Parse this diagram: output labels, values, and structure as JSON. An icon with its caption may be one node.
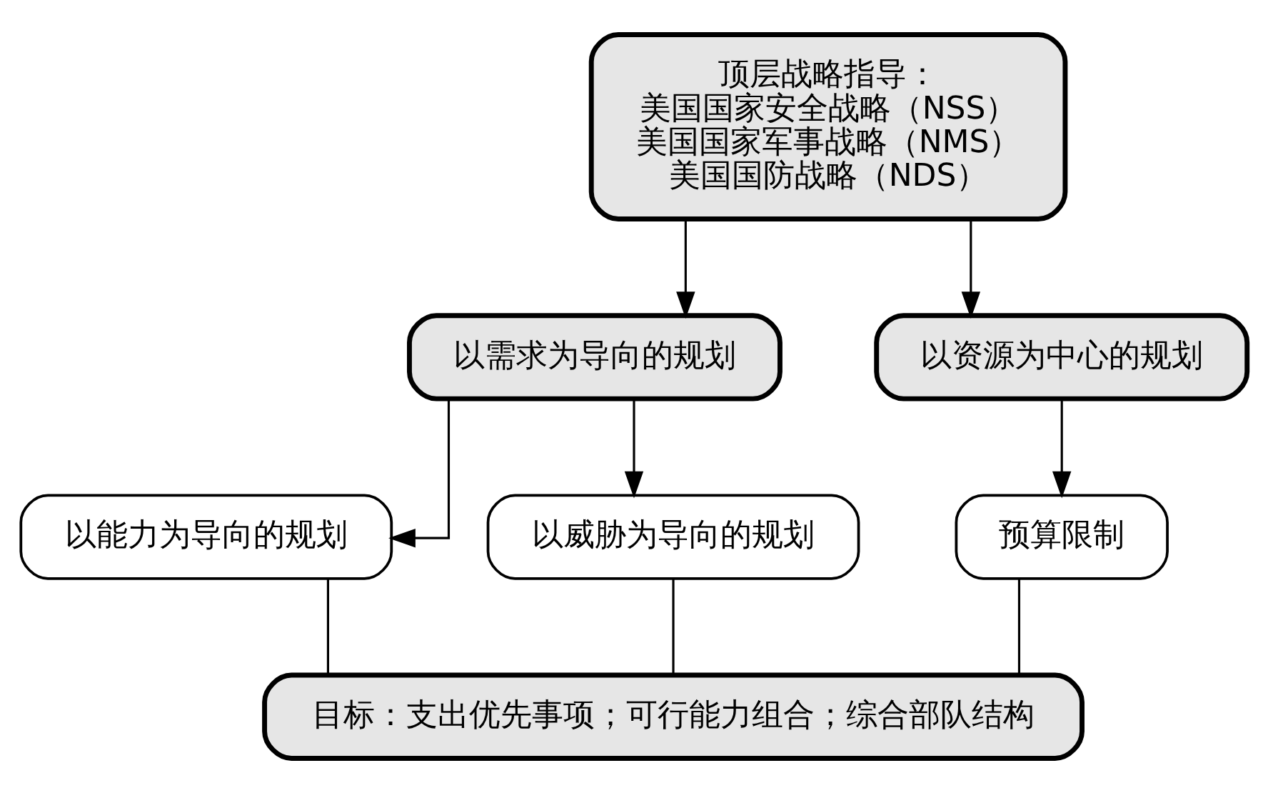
{
  "diagram": {
    "nodes": [
      {
        "text": [
          "顶层战略指导：",
          "美国国家安全战略（NSS）",
          "美国国家军事战略（NMS）",
          "美国国防战略（NDS）"
        ]
      },
      {
        "text": [
          "以需求为导向的规划"
        ]
      },
      {
        "text": [
          "以资源为中心的规划"
        ]
      },
      {
        "text": [
          "以能力为导向的规划"
        ]
      },
      {
        "text": [
          "以威胁为导向的规划"
        ]
      },
      {
        "text": [
          "预算限制"
        ]
      },
      {
        "text": [
          "目标：支出优先事项；可行能力组合；综合部队结构"
        ]
      }
    ],
    "edges": [
      {
        "from": 0,
        "to": 1,
        "arrow": "to"
      },
      {
        "from": 0,
        "to": 2,
        "arrow": "to"
      },
      {
        "from": 1,
        "to": 3,
        "arrow": "to"
      },
      {
        "from": 1,
        "to": 4,
        "arrow": "to"
      },
      {
        "from": 2,
        "to": 5,
        "arrow": "to"
      },
      {
        "from": 3,
        "to": 6,
        "arrow": "none"
      },
      {
        "from": 4,
        "to": 6,
        "arrow": "none"
      },
      {
        "from": 5,
        "to": 6,
        "arrow": "none"
      }
    ]
  }
}
